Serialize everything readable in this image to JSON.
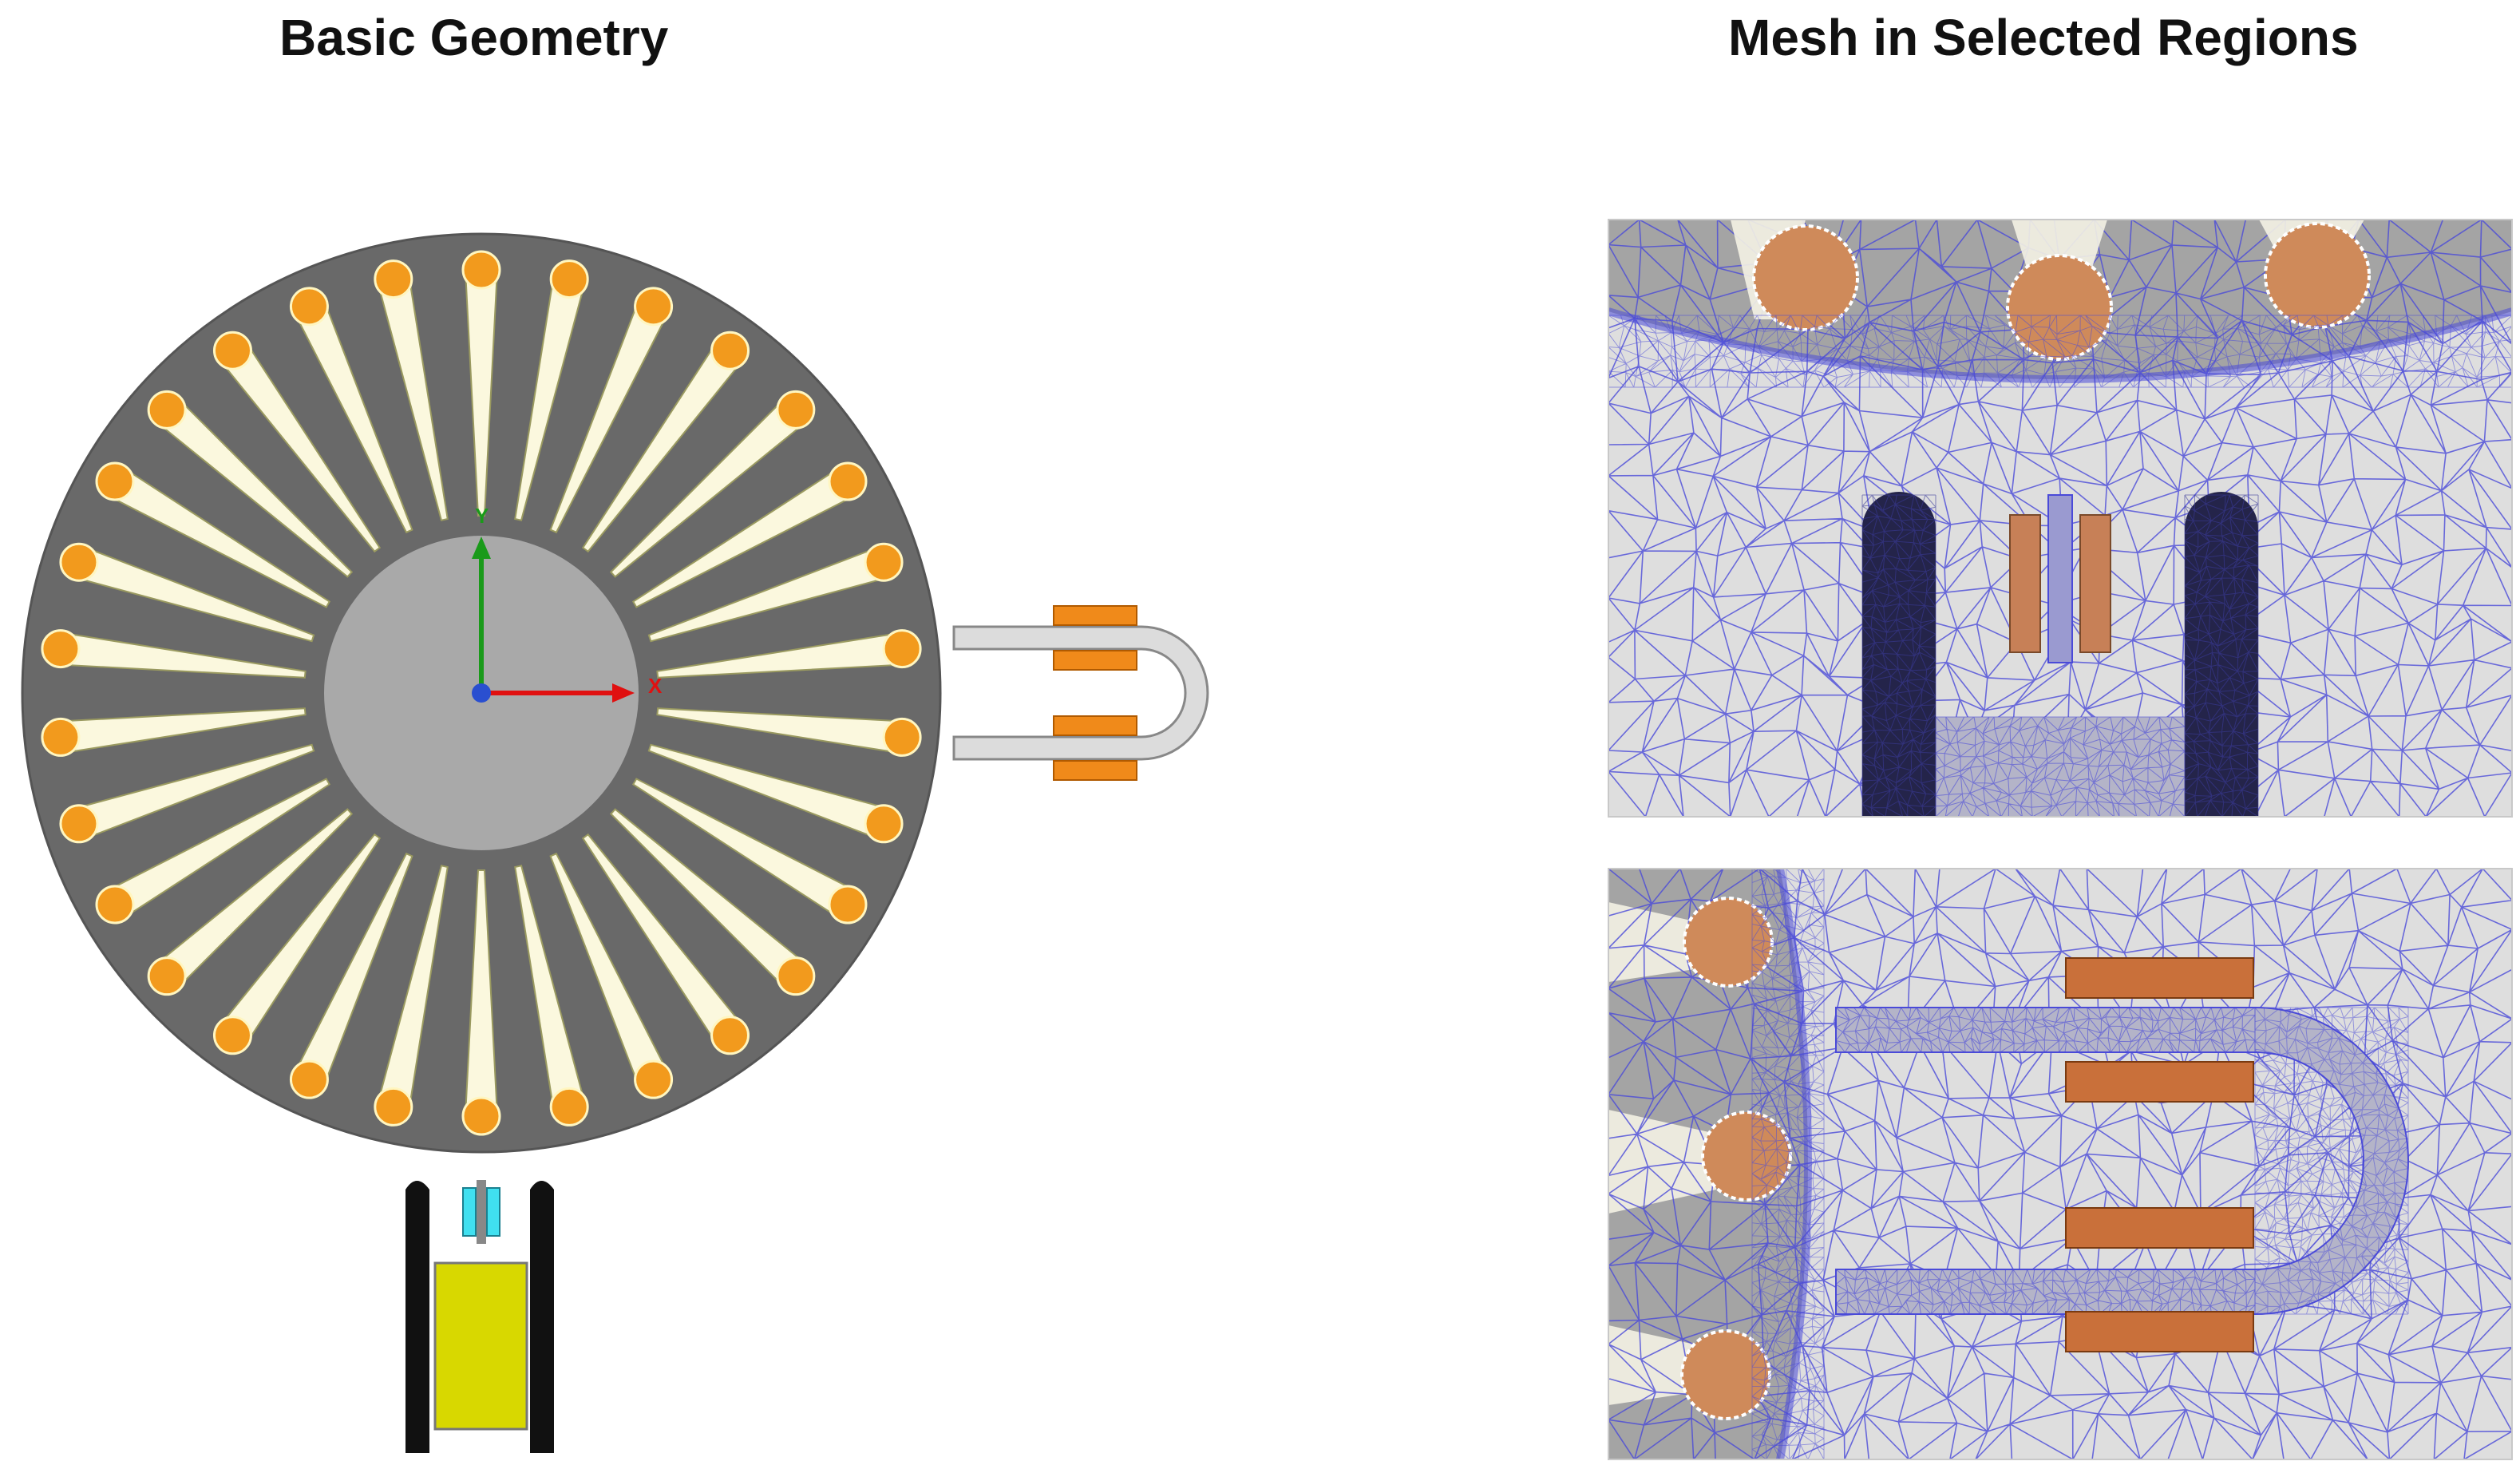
{
  "titles": {
    "left": "Basic Geometry",
    "right": "Mesh in Selected Regions"
  },
  "axes": {
    "x_label": "X",
    "y_label": "Y"
  },
  "colors": {
    "rotor_outer": "#696969",
    "rotor_inner": "#a9a9a9",
    "slot": "#fbf8de",
    "conductor": "#f29a1d",
    "coil": "#f08a1a",
    "yoke": "#dcdcdc",
    "sensor_core": "#d8d800",
    "sensor_wall": "#111111",
    "sensor_coil": "#40e0f0",
    "mesh_line": "#4a4ad8",
    "mesh_bg": "#dedede",
    "mesh_copper": "#cf8a5a",
    "mesh_core_dark": "#24244a"
  },
  "rotor": {
    "slot_count": 30
  }
}
